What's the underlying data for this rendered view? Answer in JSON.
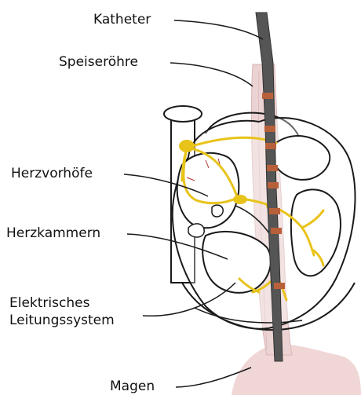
{
  "labels": {
    "katheter": "Katheter",
    "speiseroehre": "Speiseröhre",
    "herzvorhoefe": "Herzvorhöfe",
    "herzkammern": "Herzkammern",
    "leitungssystem_line1": "Elektrisches",
    "leitungssystem_line2": "Leitungssystem",
    "magen": "Magen"
  },
  "colors": {
    "outline": "#1a1a1a",
    "conduction": "#e8c31a",
    "esophagus": "#ecd3d3",
    "stomach": "#f1d6d6",
    "catheter": "#555555",
    "electrode": "#b7603a",
    "vessel_fine": "#b03030"
  }
}
